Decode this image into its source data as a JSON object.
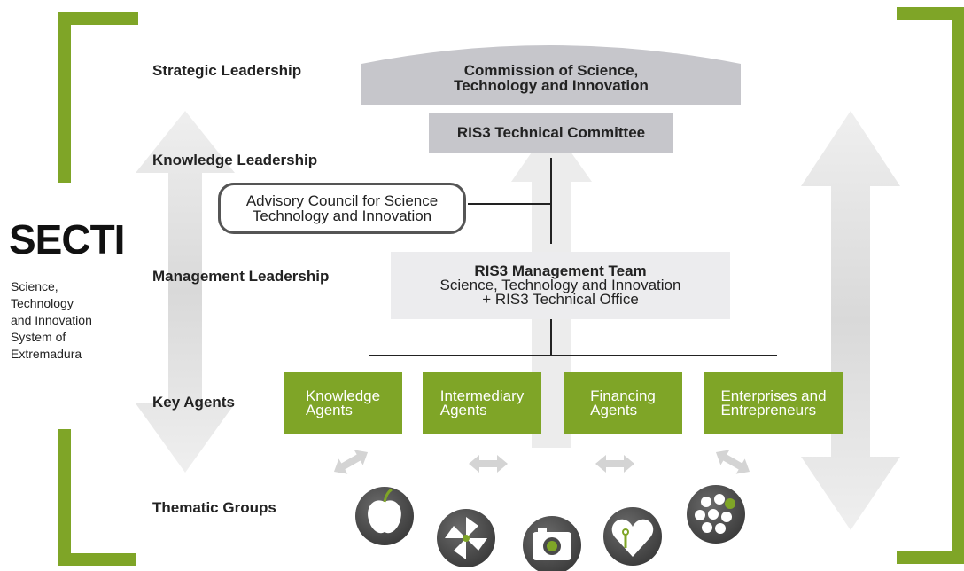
{
  "side": {
    "title": "SECTI",
    "subtitle_lines": [
      "Science,",
      "Technology",
      "and Innovation",
      "System of",
      "Extremadura"
    ]
  },
  "levels": {
    "strategic": "Strategic Leadership",
    "knowledge": "Knowledge Leadership",
    "management": "Management Leadership",
    "key_agents": "Key Agents",
    "thematic": "Thematic Groups"
  },
  "bodies": {
    "commission": [
      "Commission of Science,",
      "Technology and Innovation"
    ],
    "technical_committee": "RIS3 Technical Committee",
    "advisory_council": [
      "Advisory Council for Science",
      "Technology and Innovation"
    ],
    "management_team": {
      "title": "RIS3 Management Team",
      "line2": "Science, Technology and Innovation",
      "line3": "+ RIS3 Technical Office"
    }
  },
  "agents": [
    {
      "line1": "Knowledge",
      "line2": "Agents"
    },
    {
      "line1": "Intermediary",
      "line2": "Agents"
    },
    {
      "line1": "Financing",
      "line2": "Agents"
    },
    {
      "line1": "Enterprises and",
      "line2": "Entrepreneurs"
    }
  ],
  "thematic_icons": [
    "apple-icon",
    "pinwheel-icon",
    "camera-icon",
    "heart-icon",
    "molecule-icon"
  ],
  "colors": {
    "accent_green": "#7fa527",
    "gray_band": "#c6c6cb",
    "light_gray_box": "#ececee",
    "arrow_gray": "#e2e2e2",
    "icon_dark": "#4a4a4a"
  }
}
